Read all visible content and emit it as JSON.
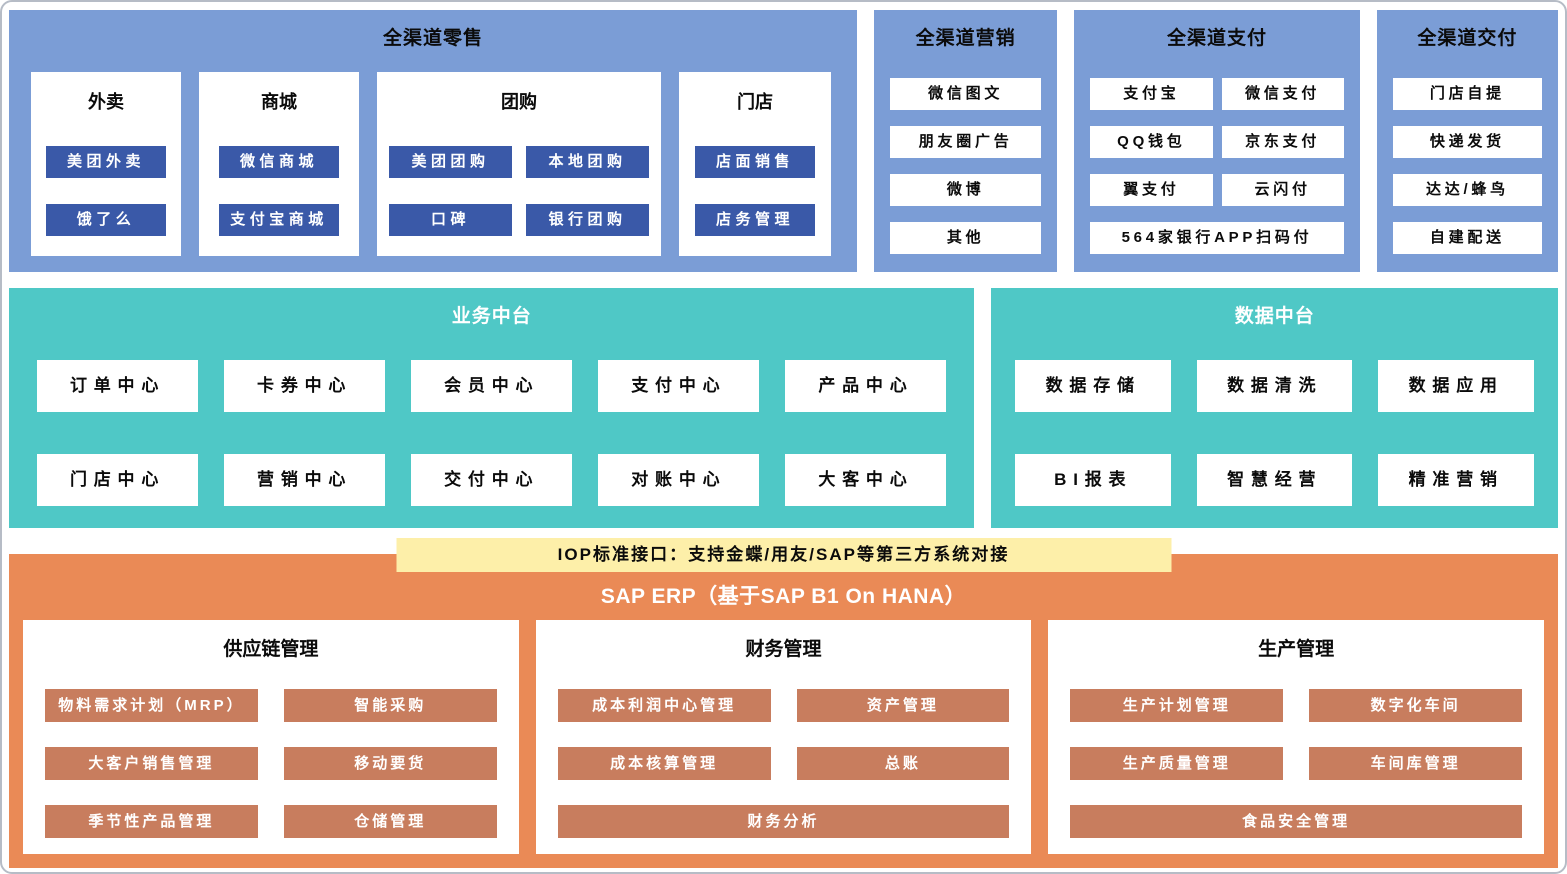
{
  "colors": {
    "panel_blue": "#7B9DD6",
    "chip_dark_blue": "#3A59A8",
    "panel_teal": "#4FC8C6",
    "banner_yellow": "#FDEFA9",
    "panel_orange": "#EA8A56",
    "chip_brown": "#C87D5E"
  },
  "retail": {
    "title": "全渠道零售",
    "groups": [
      {
        "title": "外卖",
        "items": [
          "美团外卖",
          "饿了么"
        ]
      },
      {
        "title": "商城",
        "items": [
          "微信商城",
          "支付宝商城"
        ]
      },
      {
        "title": "团购",
        "items": [
          "美团团购",
          "本地团购",
          "口碑",
          "银行团购"
        ]
      },
      {
        "title": "门店",
        "items": [
          "店面销售",
          "店务管理"
        ]
      }
    ]
  },
  "marketing": {
    "title": "全渠道营销",
    "items": [
      "微信图文",
      "朋友圈广告",
      "微博",
      "其他"
    ]
  },
  "payment": {
    "title": "全渠道支付",
    "items": [
      "支付宝",
      "微信支付",
      "QQ钱包",
      "京东支付",
      "翼支付",
      "云闪付",
      "564家银行APP扫码付"
    ]
  },
  "delivery": {
    "title": "全渠道交付",
    "items": [
      "门店自提",
      "快递发货",
      "达达/蜂鸟",
      "自建配送"
    ]
  },
  "business_platform": {
    "title": "业务中台",
    "items": [
      "订单中心",
      "卡券中心",
      "会员中心",
      "支付中心",
      "产品中心",
      "门店中心",
      "营销中心",
      "交付中心",
      "对账中心",
      "大客中心"
    ]
  },
  "data_platform": {
    "title": "数据中台",
    "items": [
      "数据存储",
      "数据清洗",
      "数据应用",
      "BI报表",
      "智慧经营",
      "精准营销"
    ]
  },
  "iop_banner": {
    "text": "IOP标准接口：支持金蝶/用友/SAP等第三方系统对接"
  },
  "erp": {
    "title": "SAP ERP（基于SAP B1 On HANA）",
    "modules": [
      {
        "title": "供应链管理",
        "items": [
          "物料需求计划（MRP）",
          "智能采购",
          "大客户销售管理",
          "移动要货",
          "季节性产品管理",
          "仓储管理"
        ]
      },
      {
        "title": "财务管理",
        "items": [
          "成本利润中心管理",
          "资产管理",
          "成本核算管理",
          "总账",
          "财务分析"
        ]
      },
      {
        "title": "生产管理",
        "items": [
          "生产计划管理",
          "数字化车间",
          "生产质量管理",
          "车间库管理",
          "食品安全管理"
        ]
      }
    ]
  }
}
